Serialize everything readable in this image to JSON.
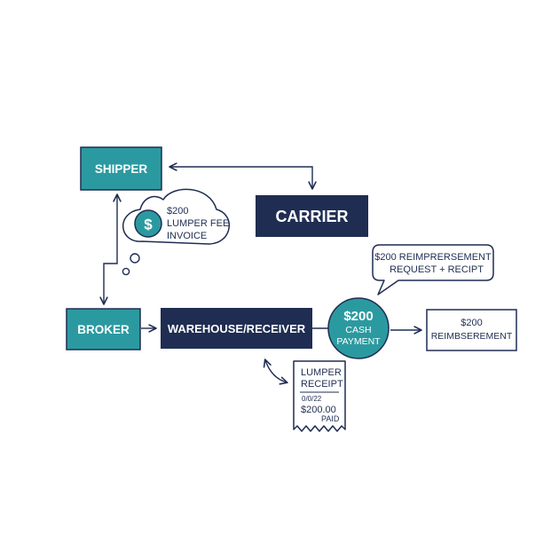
{
  "colors": {
    "navy": "#1f2d52",
    "teal": "#2b9aa0",
    "white": "#ffffff"
  },
  "nodes": {
    "shipper": "SHIPPER",
    "carrier": "CARRIER",
    "broker": "BROKER",
    "warehouse": "WAREHOUSE/RECEIVER",
    "reimbursement": {
      "line1": "$200",
      "line2": "REIMBSEREMENT"
    }
  },
  "thought_bubble": {
    "icon": "dollar-icon",
    "dollar_symbol": "$",
    "line1": "$200",
    "line2": "LUMPER FEE",
    "line3": "INVOICE"
  },
  "speech_bubble": {
    "line1": "$200 REIMPRERSEMENT",
    "line2": "REQUEST + RECIPT"
  },
  "cash_payment": {
    "amount": "$200",
    "line2": "CASH",
    "line3": "PAYMENT"
  },
  "receipt": {
    "title_line1": "LUMPER",
    "title_line2": "RECEIPT",
    "date": "0/0/22",
    "amount": "$200.00",
    "status": "PAID"
  }
}
